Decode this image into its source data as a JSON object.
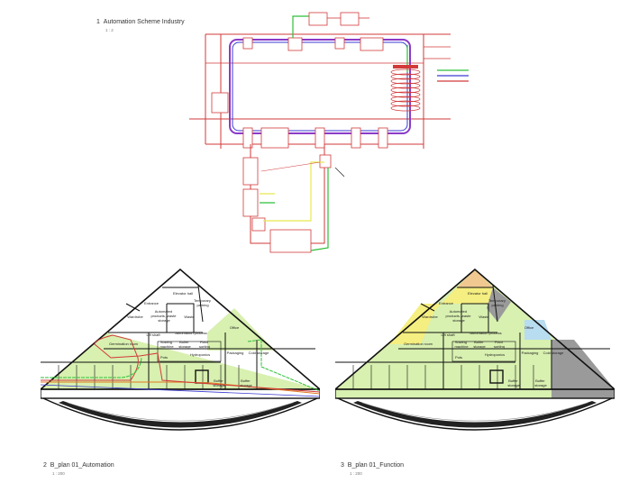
{
  "views": [
    {
      "number": "1",
      "title": "Automation Scheme Industry",
      "scale": "1 : 2"
    },
    {
      "number": "2",
      "title": "B_plan 01_Automation",
      "scale": "1 : 200"
    },
    {
      "number": "3",
      "title": "B_plan 01_Function",
      "scale": "1 : 200"
    }
  ],
  "rooms": [
    "Elevator hall",
    "Entrance",
    "Temporary parking",
    "Wardrobe",
    "Automated products, waste storage",
    "Waste",
    "Office",
    "Lift shaft",
    "Automation process",
    "Germination room",
    "Sowing machine",
    "Buffer storage",
    "Plant sorting",
    "Hydroponics",
    "Packaging",
    "Cold storage",
    "Pots",
    "Buffer storage",
    "Buffer storage"
  ],
  "colors": {
    "pipe_red": "#d23a3a",
    "pipe_blue": "#3a3ad2",
    "pipe_purple": "#8a3ac8",
    "pipe_green": "#2fbf3a",
    "pipe_yellow": "#e8e850",
    "zone_green": "#d8f0b0",
    "zone_yellow": "#f5ee80",
    "zone_orange": "#f0c890",
    "zone_grey": "#9a9a9a",
    "zone_blue": "#b8dcf0",
    "route_orange": "#e07a20"
  }
}
